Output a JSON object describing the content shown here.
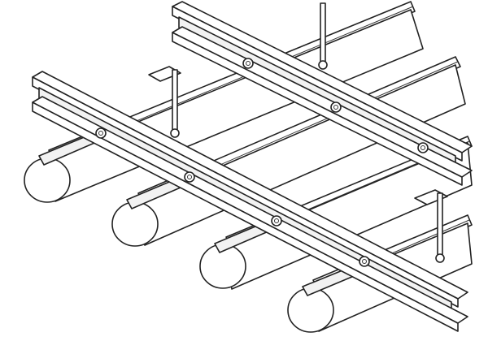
{
  "diagram": {
    "subject": "suspended-ceiling-assembly",
    "components": {
      "i_beams": 2,
      "cylindrical_tubes": 4,
      "hanger_rods": 3,
      "carrier_rails": 4
    },
    "colors": {
      "stroke": "#222222",
      "fill": "#ffffff",
      "shade": "#f2f2f2"
    }
  }
}
